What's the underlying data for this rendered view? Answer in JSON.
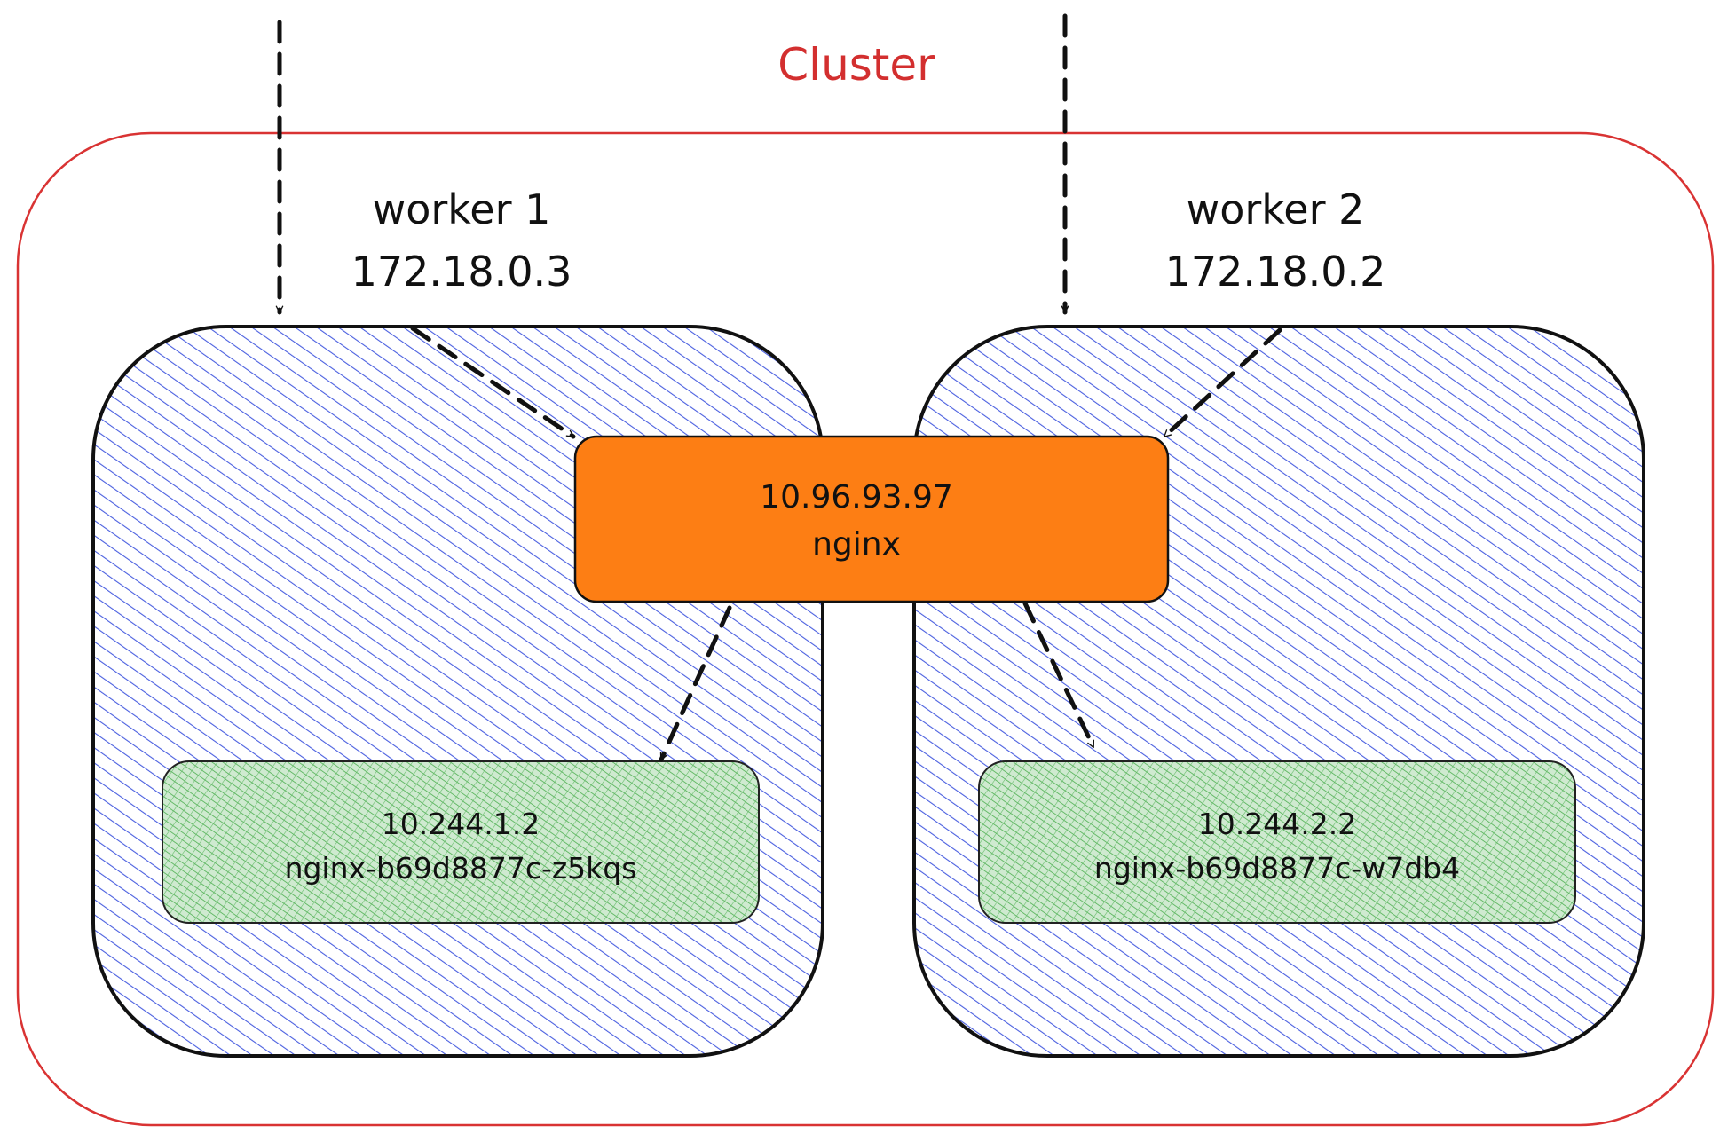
{
  "cluster": {
    "label": "Cluster"
  },
  "workers": [
    {
      "name": "worker 1",
      "ip": "172.18.0.3"
    },
    {
      "name": "worker 2",
      "ip": "172.18.0.2"
    }
  ],
  "service": {
    "ip": "10.96.93.97",
    "name": "nginx"
  },
  "pods": [
    {
      "ip": "10.244.1.2",
      "name": "nginx-b69d8877c-z5kqs"
    },
    {
      "ip": "10.244.2.2",
      "name": "nginx-b69d8877c-w7db4"
    }
  ],
  "colors": {
    "cluster_border": "#d93333",
    "cluster_label": "#d32f2f",
    "worker_hatch": "#4a5fe0",
    "service_fill": "#fd7e14",
    "pod_hatch": "#4caf50",
    "pod_fill": "#cfead0",
    "stroke": "#111111"
  }
}
